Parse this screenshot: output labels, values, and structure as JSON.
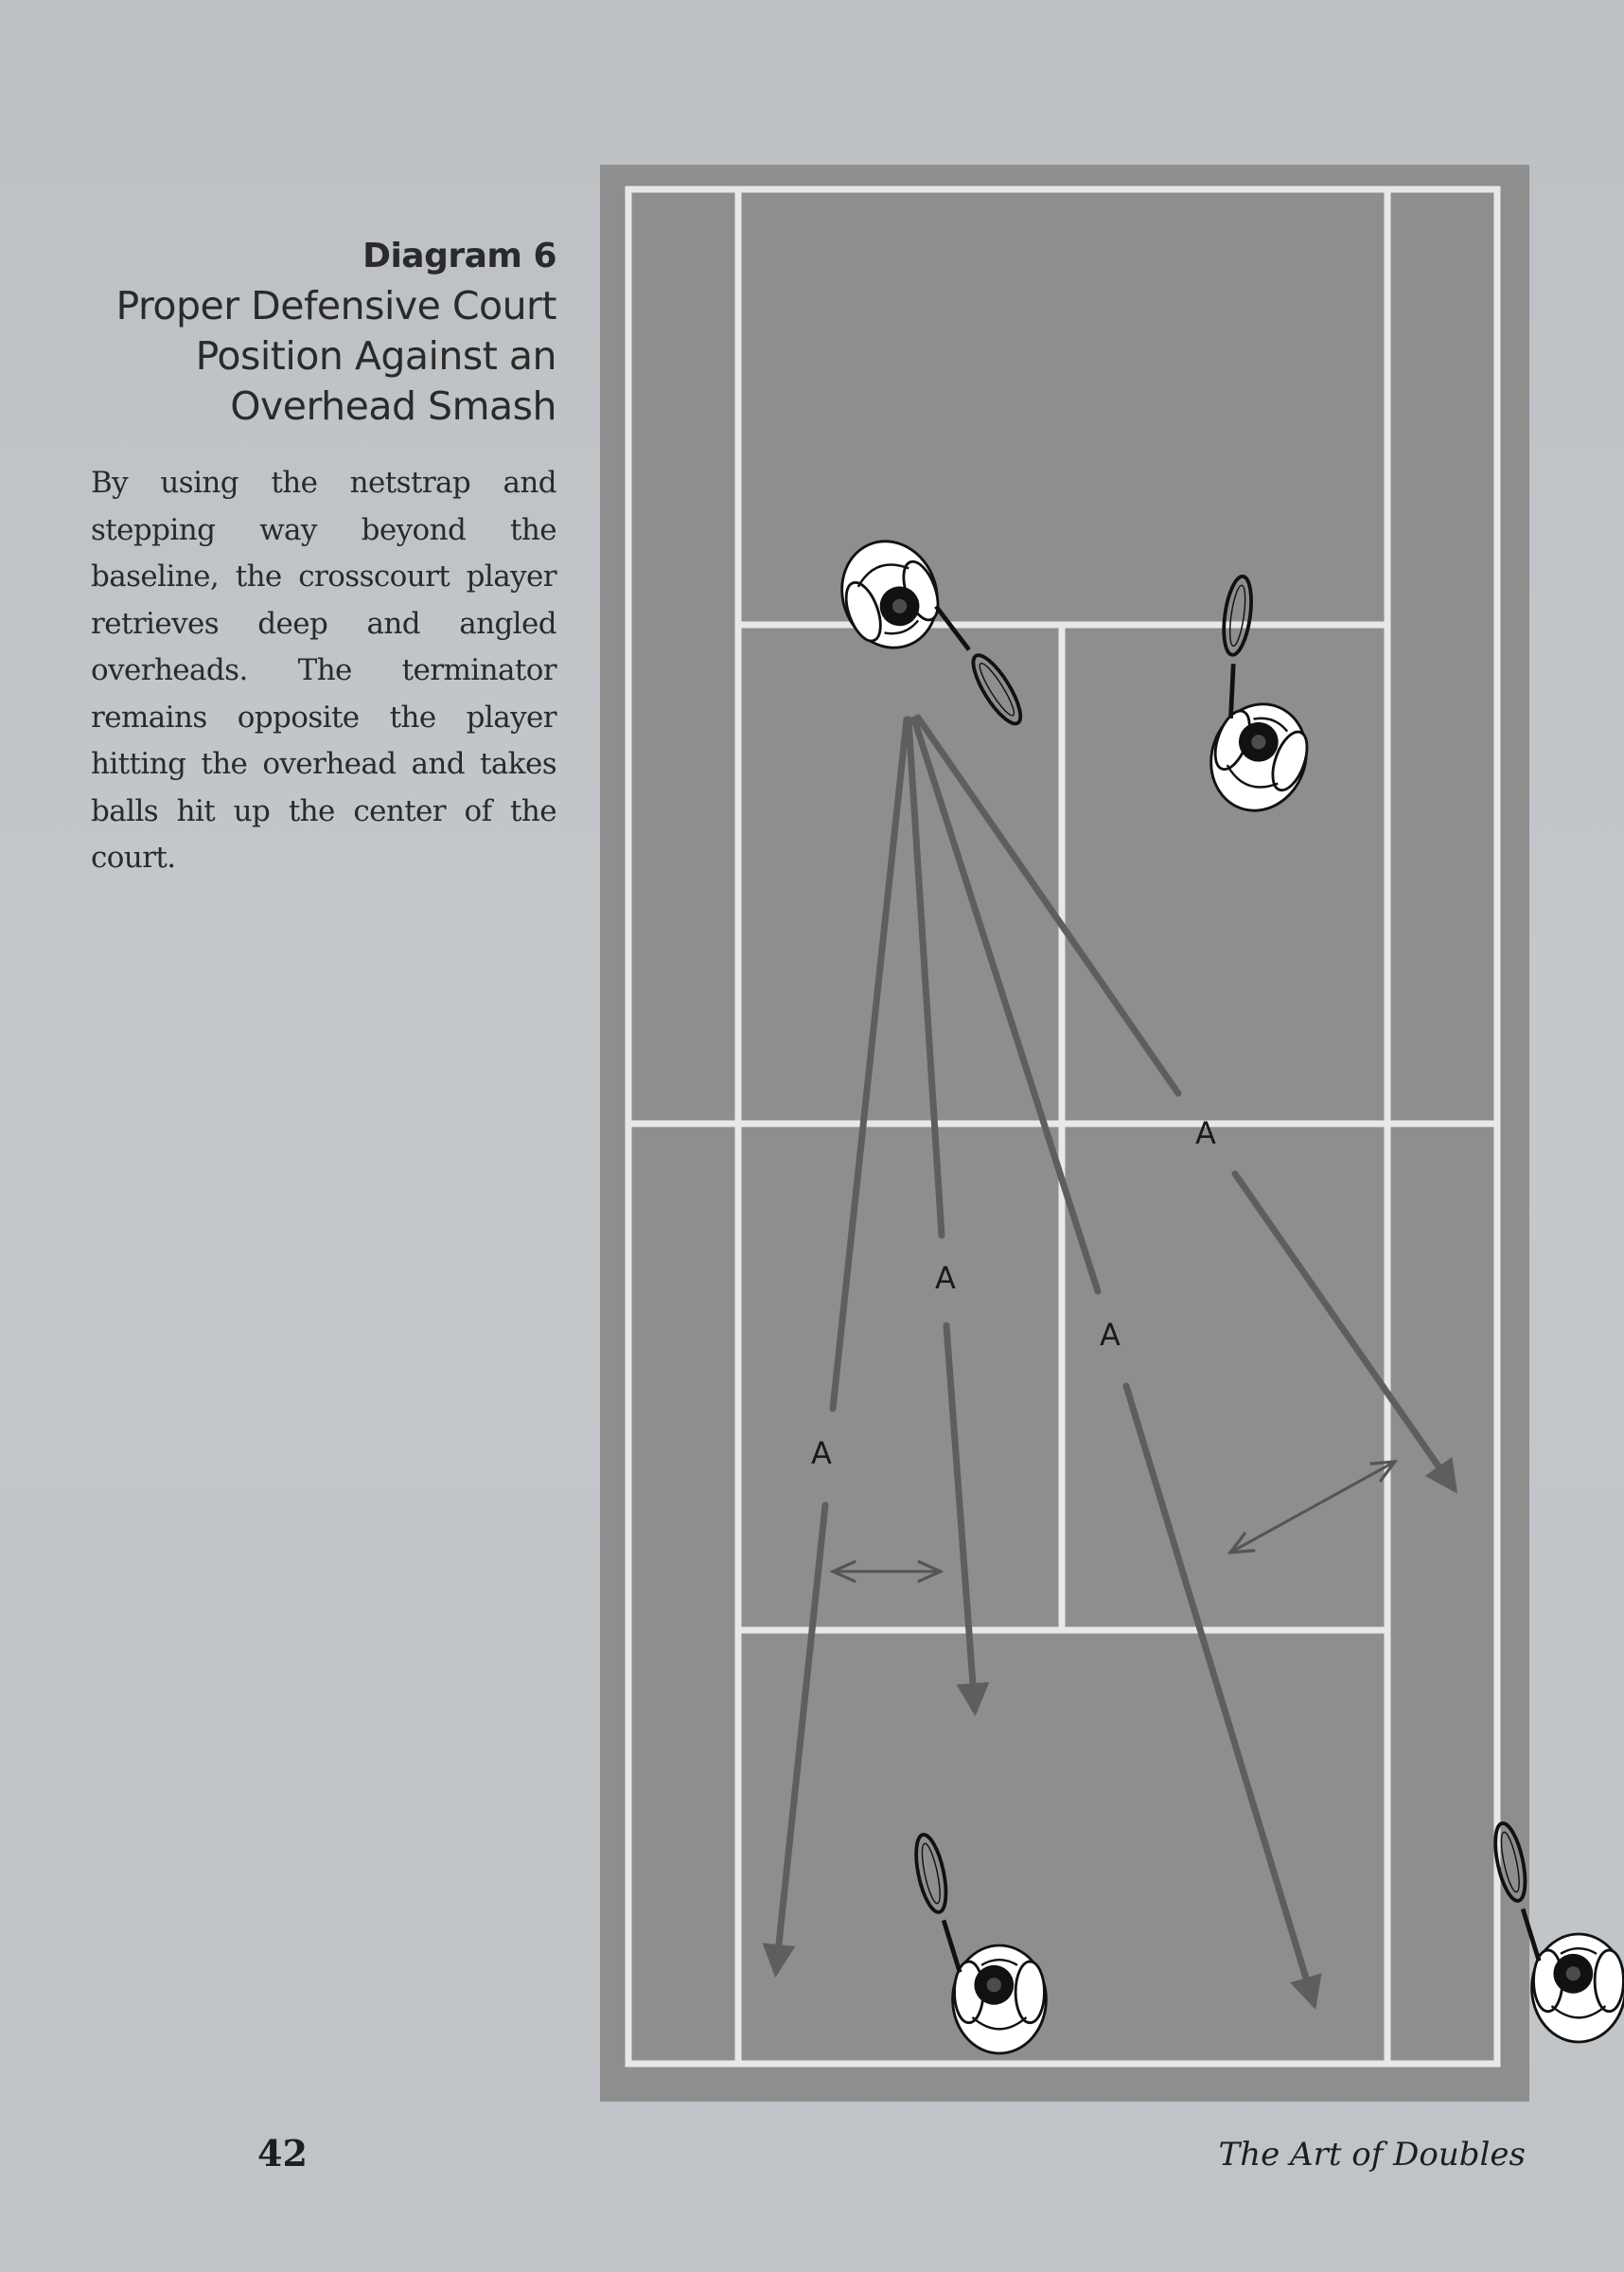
{
  "caption": {
    "label": "Diagram 6",
    "title_lines": [
      "Proper Defensive Court",
      "Position Against an",
      "Overhead Smash"
    ],
    "body": "By using the netstrap and stepping way beyond the baseline, the crosscourt player retrieves deep and angled overheads. The terminator remains opposite the player hitting the overhead and takes balls hit up the center of the court."
  },
  "diagram": {
    "shot_markers": [
      "A",
      "A",
      "A",
      "A"
    ]
  },
  "footer": {
    "page_number": "42",
    "running_title": "The Art of Doubles"
  },
  "colors": {
    "court_surface": "#8e8e8e",
    "court_lines": "#e8e8e8",
    "arrows": "#5e5e5e",
    "page": "#c1c5c8"
  }
}
